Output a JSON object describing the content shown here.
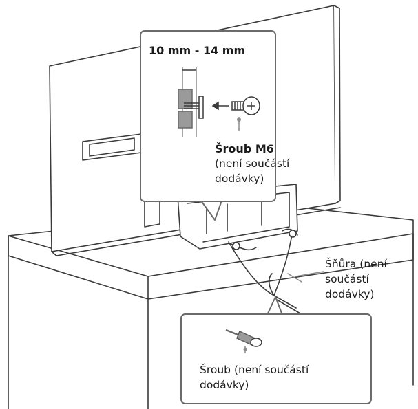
{
  "callouts": {
    "top": {
      "dimension": "10 mm - 14 mm",
      "screw_line1": "Šroub M6",
      "screw_line2": "(není součástí",
      "screw_line3": "dodávky)"
    },
    "cord": {
      "line1": "Šňůra (není",
      "line2": "součástí",
      "line3": "dodávky)"
    },
    "bottom": {
      "line1": "Šroub (není součástí",
      "line2": "dodávky)"
    }
  },
  "colors": {
    "line": "#3a3a3a",
    "panel": "#ffffff",
    "shade": "#9a9a9a",
    "callout_border": "#6b6b6b"
  }
}
